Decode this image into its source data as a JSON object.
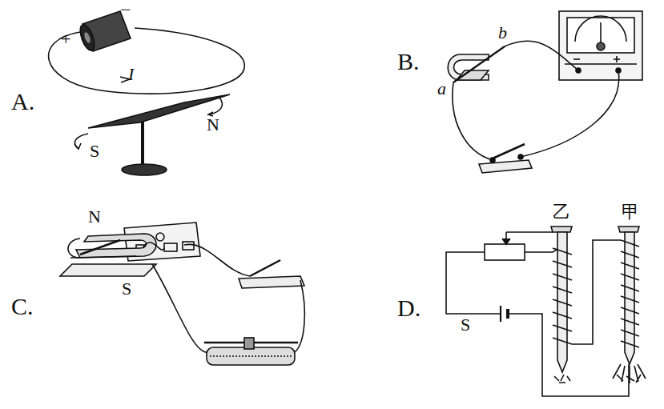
{
  "diagram": {
    "labels": [
      "−",
      "+",
      "I",
      "A.",
      "N",
      "S",
      "b",
      "B.",
      "a",
      "N",
      "C.",
      "S",
      "乙",
      "甲",
      "D.",
      "S"
    ]
  }
}
